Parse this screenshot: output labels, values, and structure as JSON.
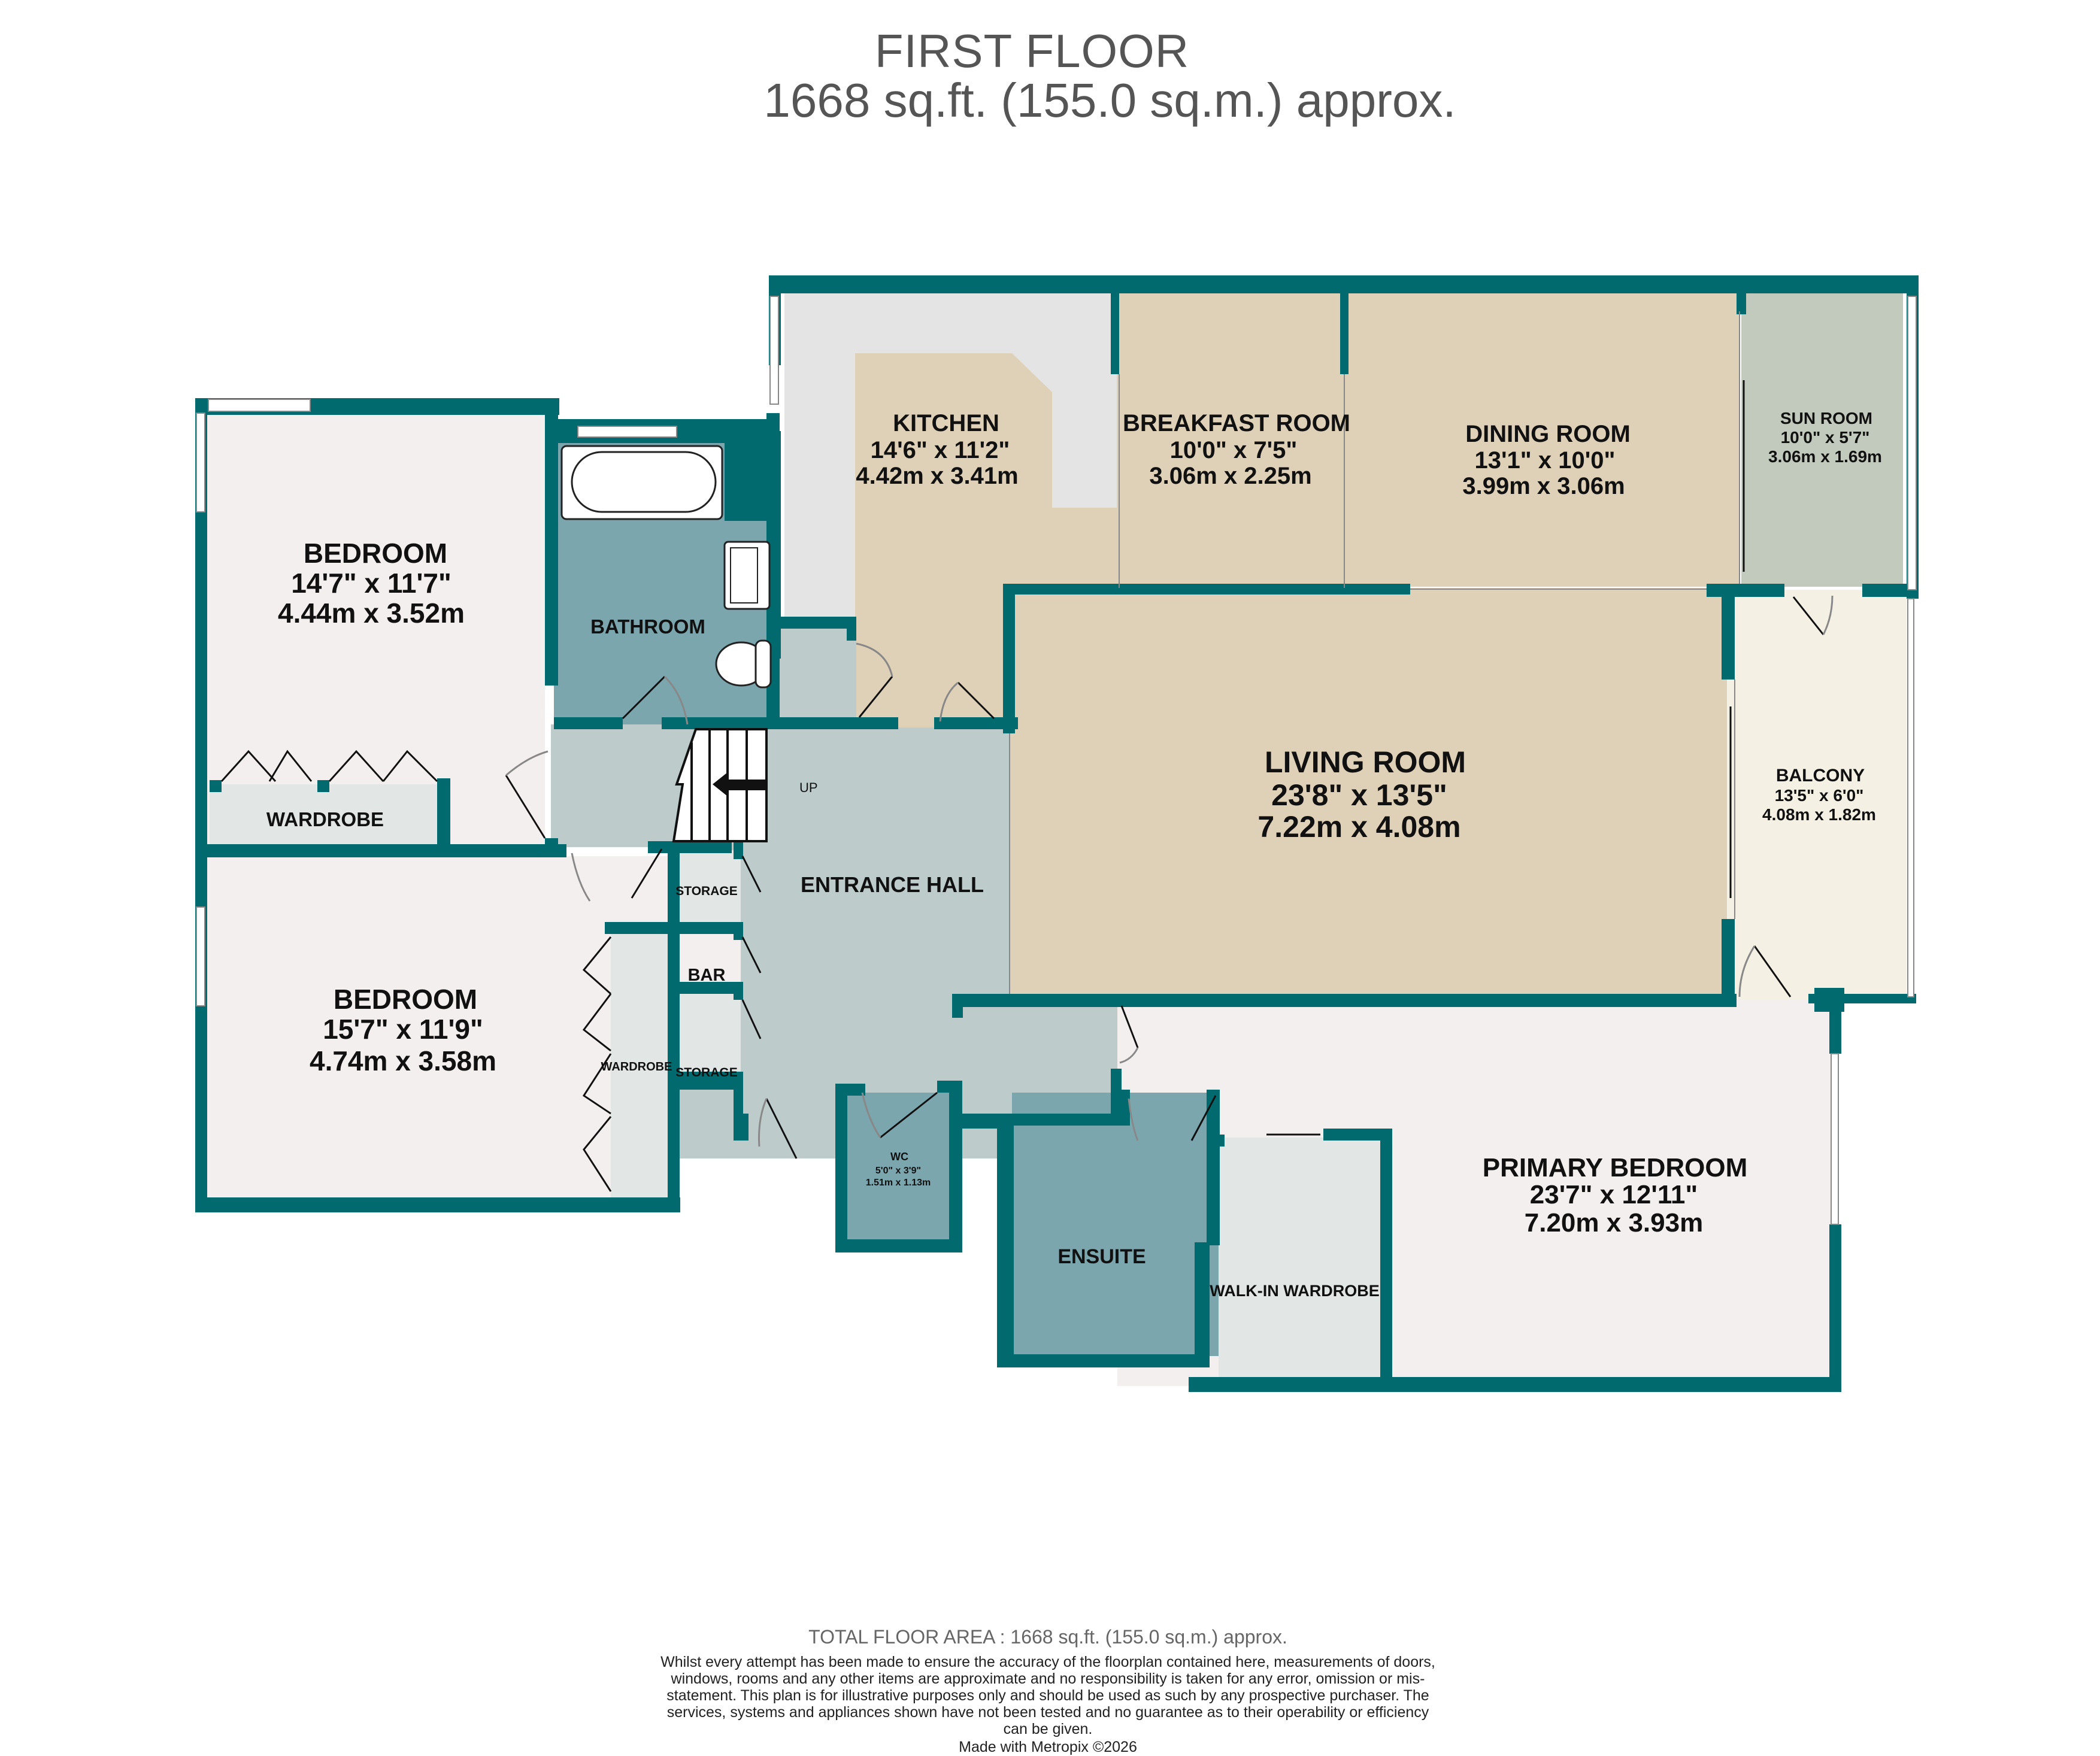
{
  "header": {
    "floor_name": "FIRST FLOOR",
    "floor_area": "1668 sq.ft. (155.0 sq.m.) approx."
  },
  "colors": {
    "wall": "#006a6e",
    "living_tone": "#dfd0b8",
    "bedroom_tone": "#f4efef",
    "wet_room_tone": "#7ba6ae",
    "hall_tone": "#bdcccb",
    "storage_tone": "#e2e7e5",
    "sunroom_tone": "#c2cabd",
    "balcony_tone": "#f4f0e4",
    "worktop_tone": "#e4e4e4"
  },
  "rooms": {
    "kitchen": {
      "name": "KITCHEN",
      "imperial": "14'6\"  x 11'2\"",
      "metric": "4.42m  x 3.41m"
    },
    "breakfast": {
      "name": "BREAKFAST ROOM",
      "imperial": "10'0\"  x 7'5\"",
      "metric": "3.06m  x 2.25m"
    },
    "dining": {
      "name": "DINING ROOM",
      "imperial": "13'1\"  x 10'0\"",
      "metric": "3.99m  x 3.06m"
    },
    "sunroom": {
      "name": "SUN ROOM",
      "imperial": "10'0\"  x 5'7\"",
      "metric": "3.06m  x 1.69m"
    },
    "bedroom1": {
      "name": "BEDROOM",
      "imperial": "14'7\"  x 11'7\"",
      "metric": "4.44m  x 3.52m"
    },
    "bathroom": {
      "name": "BATHROOM"
    },
    "wardrobe1": {
      "name": "WARDROBE"
    },
    "living": {
      "name": "LIVING ROOM",
      "imperial": "23'8\"  x 13'5\"",
      "metric": "7.22m  x 4.08m"
    },
    "balcony": {
      "name": "BALCONY",
      "imperial": "13'5\"  x 6'0\"",
      "metric": "4.08m  x 1.82m"
    },
    "entrance": {
      "name": "ENTRANCE HALL",
      "stairs_label": "UP"
    },
    "storage1": {
      "name": "STORAGE"
    },
    "bar": {
      "name": "BAR"
    },
    "storage2": {
      "name": "STORAGE"
    },
    "bedroom2": {
      "name": "BEDROOM",
      "imperial": "15'7\"  x 11'9\"",
      "metric": "4.74m  x 3.58m"
    },
    "wardrobe2": {
      "name": "WARDROBE"
    },
    "wc": {
      "name": "WC",
      "imperial": "5'0\"  x 3'9\"",
      "metric": "1.51m  x 1.13m"
    },
    "ensuite": {
      "name": "ENSUITE"
    },
    "walkin": {
      "name": "WALK-IN WARDROBE"
    },
    "primary": {
      "name": "PRIMARY BEDROOM",
      "imperial": "23'7\"  x 12'11\"",
      "metric": "7.20m  x 3.93m"
    }
  },
  "footer": {
    "total_area": "TOTAL FLOOR AREA : 1668 sq.ft. (155.0 sq.m.) approx.",
    "disclaimer": "Whilst every attempt has been made to ensure the accuracy of the floorplan contained here, measurements of doors, windows, rooms and any other items are approximate and no responsibility is taken for any error, omission or mis-statement. This plan is for illustrative purposes only and should be used as such by any prospective purchaser. The services, systems and appliances shown have not been tested and no guarantee as to their operability or efficiency can be given.",
    "credit": "Made with Metropix ©2026"
  }
}
